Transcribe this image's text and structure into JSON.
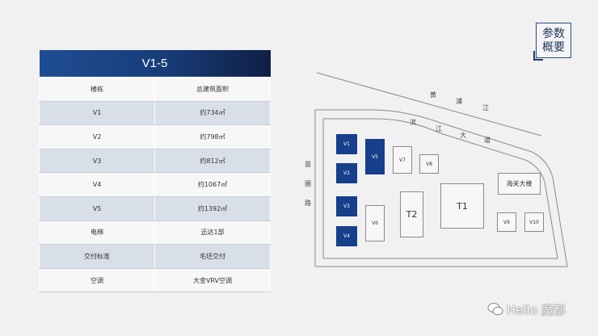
{
  "stamp": {
    "line1": "参数",
    "line2": "概要"
  },
  "table": {
    "title": "V1-5",
    "rows": [
      {
        "k": "楼栋",
        "v": "总建筑面积"
      },
      {
        "k": "V1",
        "v": "约734㎡"
      },
      {
        "k": "V2",
        "v": "约798㎡"
      },
      {
        "k": "V3",
        "v": "约812㎡"
      },
      {
        "k": "V4",
        "v": "约1067㎡"
      },
      {
        "k": "V5",
        "v": "约1392㎡"
      },
      {
        "k": "电梯",
        "v": "迅达1部"
      },
      {
        "k": "交付标准",
        "v": "毛坯交付"
      },
      {
        "k": "空调",
        "v": "大金VRV空调"
      }
    ]
  },
  "map": {
    "river": [
      "黄",
      "浦",
      "江"
    ],
    "avenue": [
      "滨",
      "江",
      "大",
      "道"
    ],
    "road": [
      "苗",
      "圃",
      "路"
    ],
    "blocks": {
      "v1": "V1",
      "v2": "V2",
      "v3": "V3",
      "v4": "V4",
      "v5": "V5",
      "v6": "V6",
      "v7": "V7",
      "v8": "V8",
      "v9": "V9",
      "v10": "V10",
      "t1": "T1",
      "t2": "T2",
      "customs": "海关大楼"
    },
    "highlight_color": "#163f8c"
  },
  "watermark": {
    "text": "Hello 魔都"
  }
}
